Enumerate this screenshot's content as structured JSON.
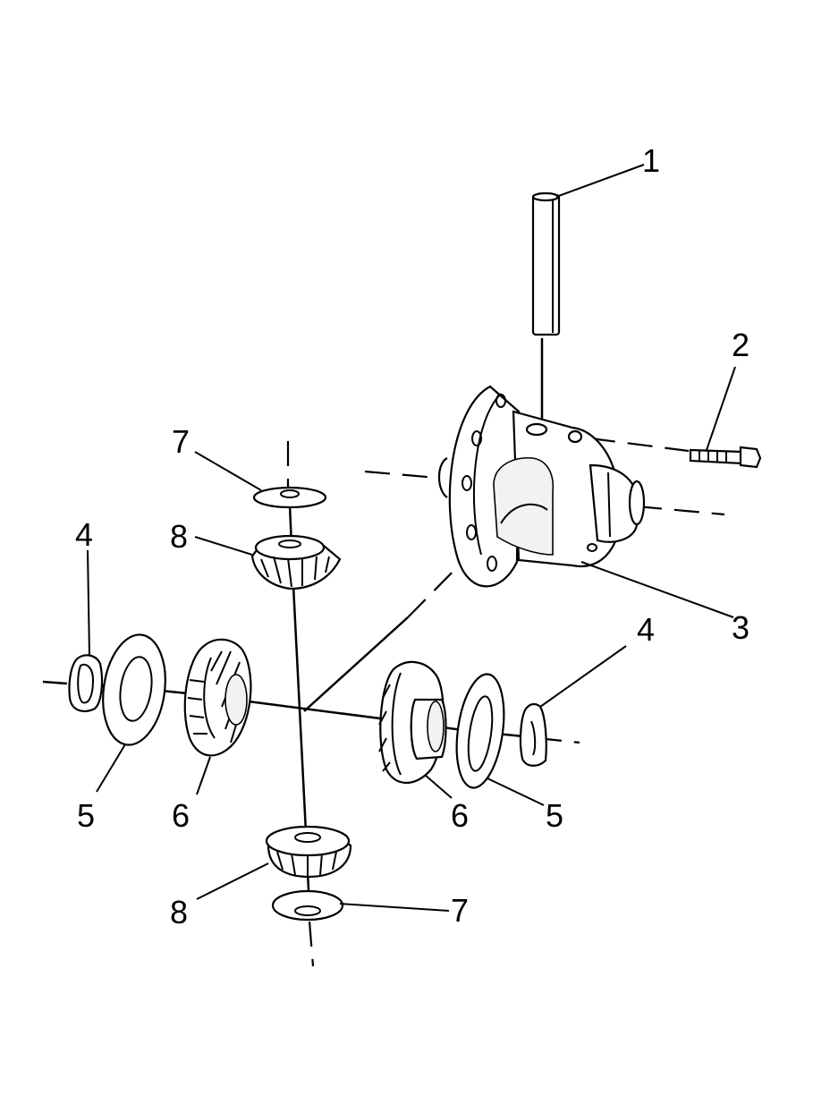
{
  "diagram": {
    "callouts": {
      "c1": "1",
      "c2": "2",
      "c3": "3",
      "c4_left": "4",
      "c4_right": "4",
      "c5_left": "5",
      "c5_right": "5",
      "c6_left": "6",
      "c6_right": "6",
      "c7_top": "7",
      "c7_bottom": "7",
      "c8_top": "8",
      "c8_bottom": "8"
    }
  }
}
